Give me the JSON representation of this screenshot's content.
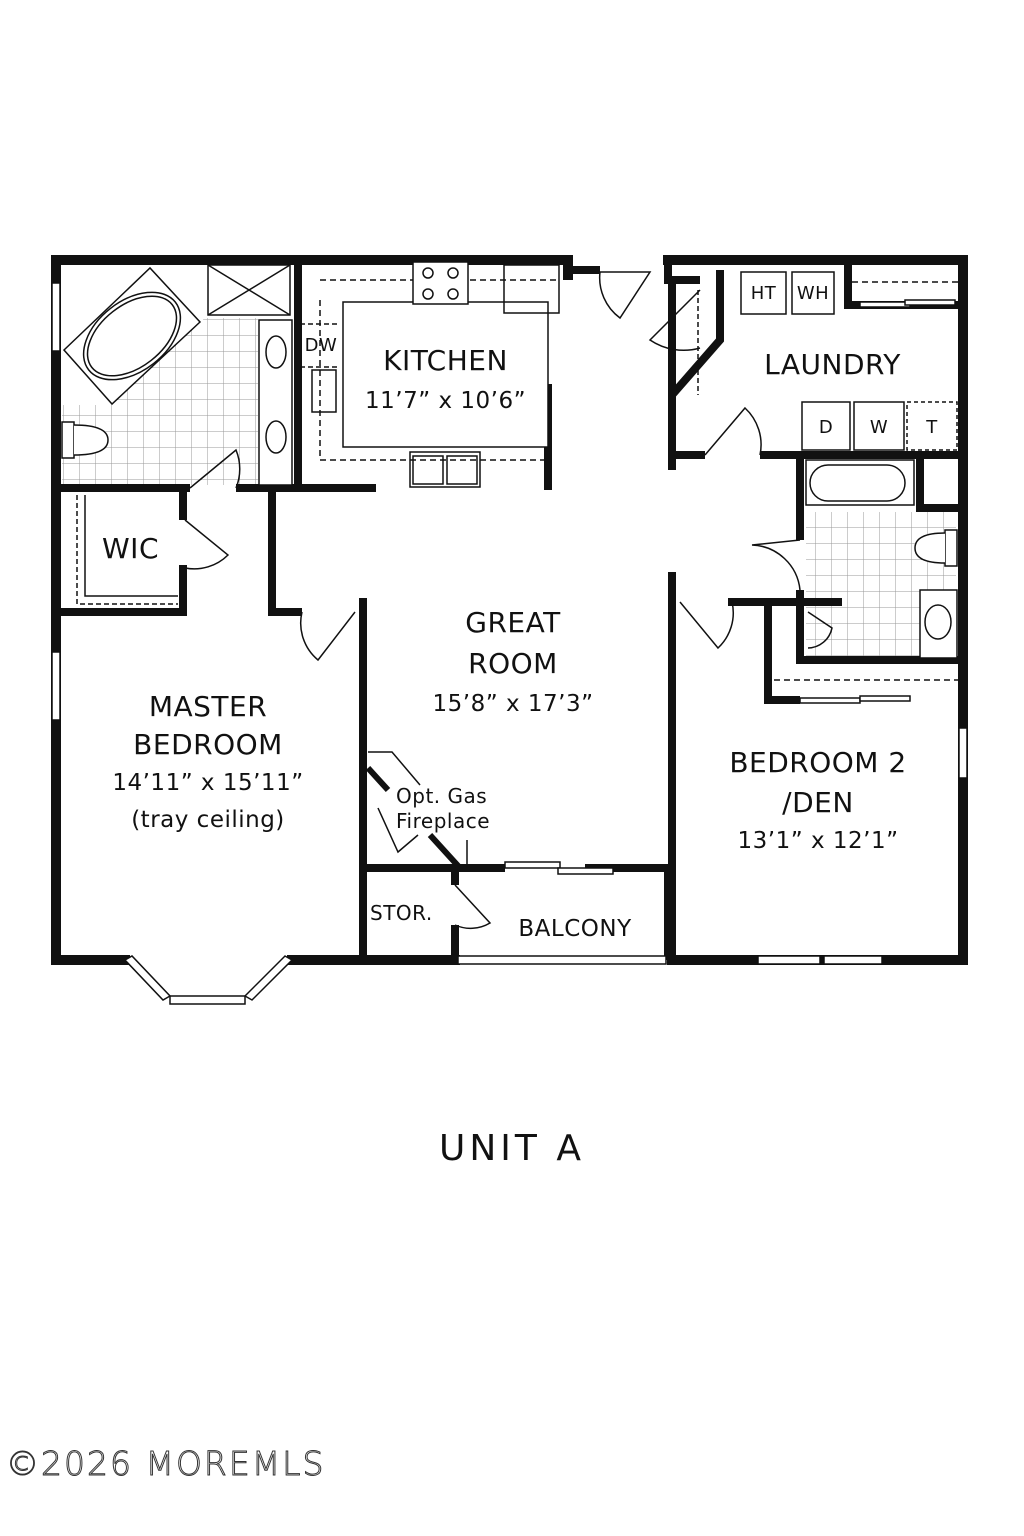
{
  "plan": {
    "title": "UNIT A",
    "watermark": "©2026 MOREMLS",
    "colors": {
      "wall": "#111111",
      "background": "#ffffff",
      "tile": "#9a9a9a"
    }
  },
  "rooms": {
    "kitchen": {
      "name": "KITCHEN",
      "dimensions": "11’7” x 10’6”"
    },
    "laundry": {
      "name": "LAUNDRY"
    },
    "great_room": {
      "name_line1": "GREAT",
      "name_line2": "ROOM",
      "dimensions": "15’8” x 17’3”"
    },
    "master_bedroom": {
      "name_line1": "MASTER",
      "name_line2": "BEDROOM",
      "dimensions": "14’11” x 15’11”",
      "note": "(tray ceiling)"
    },
    "bedroom2": {
      "name_line1": "BEDROOM 2",
      "name_line2": "/DEN",
      "dimensions": "13’1” x 12’1”"
    },
    "wic": {
      "name": "WIC"
    },
    "storage": {
      "name": "STOR."
    },
    "balcony": {
      "name": "BALCONY"
    }
  },
  "fixtures": {
    "dishwasher": "DW",
    "heater": "HT",
    "water_heater": "WH",
    "dryer": "D",
    "washer": "W",
    "tub": "T",
    "fireplace_line1": "Opt. Gas",
    "fireplace_line2": "Fireplace"
  }
}
